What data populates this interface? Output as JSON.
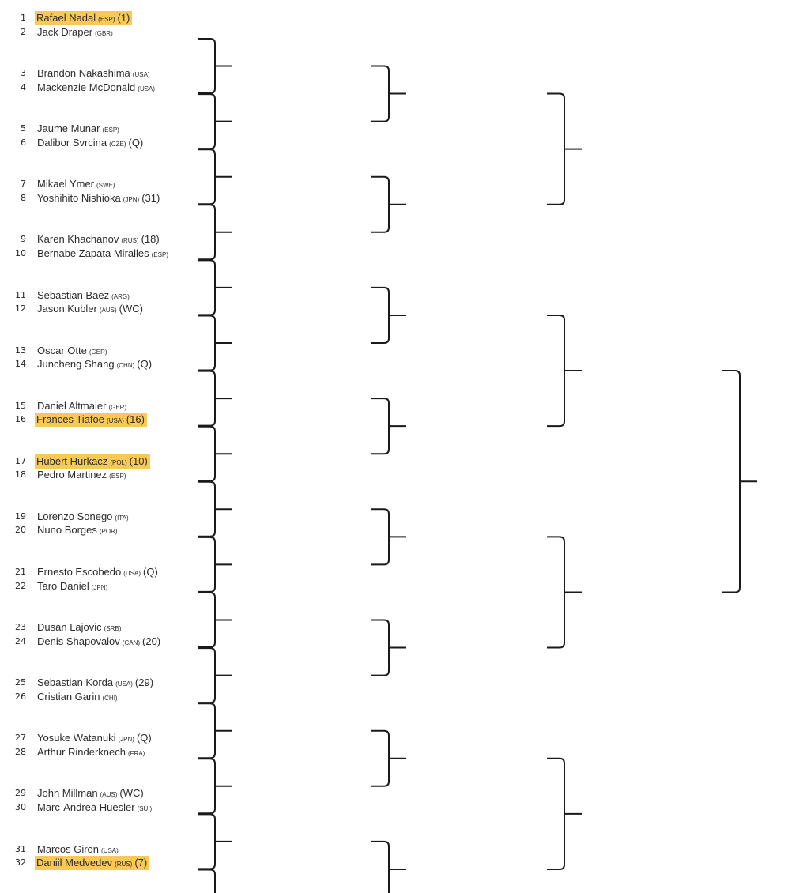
{
  "players": [
    {
      "seed": "1",
      "name": "Rafael Nadal",
      "country": "(ESP)",
      "extra": "(1)",
      "highlight": true
    },
    {
      "seed": "2",
      "name": "Jack Draper",
      "country": "(GBR)",
      "extra": "",
      "highlight": false
    },
    {
      "seed": "3",
      "name": "Brandon Nakashima",
      "country": "(USA)",
      "extra": "",
      "highlight": false
    },
    {
      "seed": "4",
      "name": "Mackenzie McDonald",
      "country": "(USA)",
      "extra": "",
      "highlight": false
    },
    {
      "seed": "5",
      "name": "Jaume Munar",
      "country": "(ESP)",
      "extra": "",
      "highlight": false
    },
    {
      "seed": "6",
      "name": "Dalibor Svrcina",
      "country": "(CZE)",
      "extra": "(Q)",
      "highlight": false
    },
    {
      "seed": "7",
      "name": "Mikael Ymer",
      "country": "(SWE)",
      "extra": "",
      "highlight": false
    },
    {
      "seed": "8",
      "name": "Yoshihito Nishioka",
      "country": "(JPN)",
      "extra": "(31)",
      "highlight": false
    },
    {
      "seed": "9",
      "name": "Karen Khachanov",
      "country": "(RUS)",
      "extra": "(18)",
      "highlight": false
    },
    {
      "seed": "10",
      "name": "Bernabe Zapata Miralles",
      "country": "(ESP)",
      "extra": "",
      "highlight": false
    },
    {
      "seed": "11",
      "name": "Sebastian Baez",
      "country": "(ARG)",
      "extra": "",
      "highlight": false
    },
    {
      "seed": "12",
      "name": "Jason Kubler",
      "country": "(AUS)",
      "extra": "(WC)",
      "highlight": false
    },
    {
      "seed": "13",
      "name": "Oscar Otte",
      "country": "(GER)",
      "extra": "",
      "highlight": false
    },
    {
      "seed": "14",
      "name": "Juncheng Shang",
      "country": "(CHN)",
      "extra": "(Q)",
      "highlight": false
    },
    {
      "seed": "15",
      "name": "Daniel Altmaier",
      "country": "(GER)",
      "extra": "",
      "highlight": false
    },
    {
      "seed": "16",
      "name": "Frances Tiafoe",
      "country": "(USA)",
      "extra": "(16)",
      "highlight": true
    },
    {
      "seed": "17",
      "name": "Hubert Hurkacz",
      "country": "(POL)",
      "extra": "(10)",
      "highlight": true
    },
    {
      "seed": "18",
      "name": "Pedro Martinez",
      "country": "(ESP)",
      "extra": "",
      "highlight": false
    },
    {
      "seed": "19",
      "name": "Lorenzo Sonego",
      "country": "(ITA)",
      "extra": "",
      "highlight": false
    },
    {
      "seed": "20",
      "name": "Nuno Borges",
      "country": "(POR)",
      "extra": "",
      "highlight": false
    },
    {
      "seed": "21",
      "name": "Ernesto Escobedo",
      "country": "(USA)",
      "extra": "(Q)",
      "highlight": false
    },
    {
      "seed": "22",
      "name": "Taro Daniel",
      "country": "(JPN)",
      "extra": "",
      "highlight": false
    },
    {
      "seed": "23",
      "name": "Dusan Lajovic",
      "country": "(SRB)",
      "extra": "",
      "highlight": false
    },
    {
      "seed": "24",
      "name": "Denis Shapovalov",
      "country": "(CAN)",
      "extra": "(20)",
      "highlight": false
    },
    {
      "seed": "25",
      "name": "Sebastian Korda",
      "country": "(USA)",
      "extra": "(29)",
      "highlight": false
    },
    {
      "seed": "26",
      "name": "Cristian Garin",
      "country": "(CHI)",
      "extra": "",
      "highlight": false
    },
    {
      "seed": "27",
      "name": "Yosuke Watanuki",
      "country": "(JPN)",
      "extra": "(Q)",
      "highlight": false
    },
    {
      "seed": "28",
      "name": "Arthur Rinderknech",
      "country": "(FRA)",
      "extra": "",
      "highlight": false
    },
    {
      "seed": "29",
      "name": "John Millman",
      "country": "(AUS)",
      "extra": "(WC)",
      "highlight": false
    },
    {
      "seed": "30",
      "name": "Marc-Andrea Huesler",
      "country": "(SUI)",
      "extra": "",
      "highlight": false
    },
    {
      "seed": "31",
      "name": "Marcos Giron",
      "country": "(USA)",
      "extra": "",
      "highlight": false
    },
    {
      "seed": "32",
      "name": "Daniil Medvedev",
      "country": "(RUS)",
      "extra": "(7)",
      "highlight": true
    }
  ],
  "colors": {
    "highlight": "#f9c957",
    "line": "#1a1a1a",
    "text": "#2b2b2b"
  }
}
